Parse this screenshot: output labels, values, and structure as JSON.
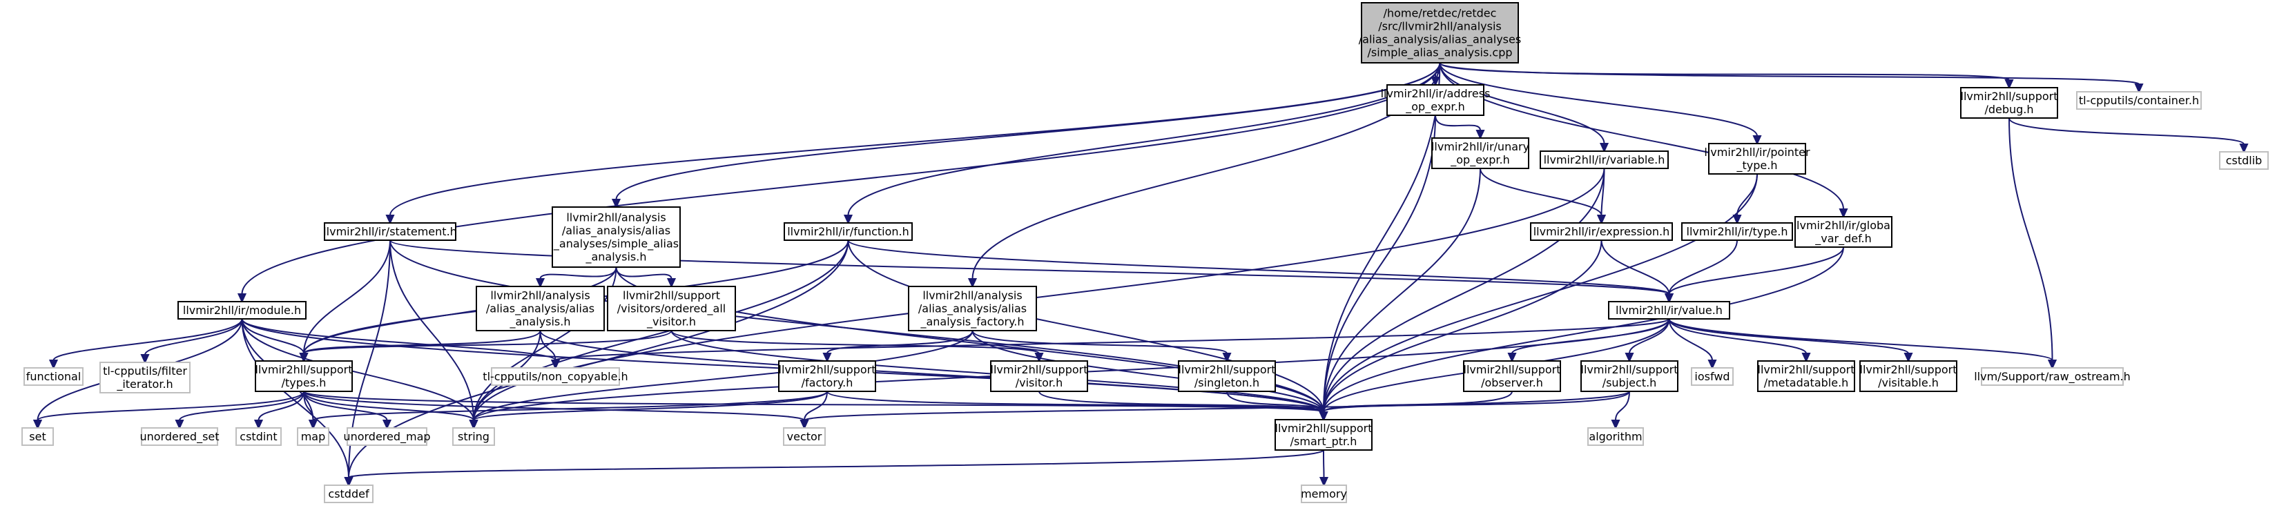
{
  "graph": {
    "edge_color": "#191970",
    "root_fill": "#bfbfbf",
    "external_border": "#bfbfbf",
    "nodes": [
      {
        "id": "root",
        "kind": "root",
        "lines": [
          "/home/retdec/retdec",
          "/src/llvmir2hll/analysis",
          "/alias_analysis/alias_analyses",
          "/simple_alias_analysis.cpp"
        ]
      },
      {
        "id": "addr_op",
        "kind": "local",
        "lines": [
          "llvmir2hll/ir/address",
          "_op_expr.h"
        ]
      },
      {
        "id": "unary_op",
        "kind": "local",
        "lines": [
          "llvmir2hll/ir/unary",
          "_op_expr.h"
        ]
      },
      {
        "id": "variable",
        "kind": "local",
        "lines": [
          "llvmir2hll/ir/variable.h"
        ]
      },
      {
        "id": "pointer_type",
        "kind": "local",
        "lines": [
          "llvmir2hll/ir/pointer",
          "_type.h"
        ]
      },
      {
        "id": "debug",
        "kind": "local",
        "lines": [
          "llvmir2hll/support",
          "/debug.h"
        ]
      },
      {
        "id": "tl_container",
        "kind": "ext",
        "lines": [
          "tl-cpputils/container.h"
        ]
      },
      {
        "id": "cstdlib",
        "kind": "ext",
        "lines": [
          "cstdlib"
        ]
      },
      {
        "id": "statement",
        "kind": "local",
        "lines": [
          "llvmir2hll/ir/statement.h"
        ]
      },
      {
        "id": "aa_simple",
        "kind": "local",
        "lines": [
          "llvmir2hll/analysis",
          "/alias_analysis/alias",
          "_analyses/simple_alias",
          "_analysis.h"
        ]
      },
      {
        "id": "function",
        "kind": "local",
        "lines": [
          "llvmir2hll/ir/function.h"
        ]
      },
      {
        "id": "expression",
        "kind": "local",
        "lines": [
          "llvmir2hll/ir/expression.h"
        ]
      },
      {
        "id": "type",
        "kind": "local",
        "lines": [
          "llvmir2hll/ir/type.h"
        ]
      },
      {
        "id": "global_var",
        "kind": "local",
        "lines": [
          "llvmir2hll/ir/global",
          "_var_def.h"
        ]
      },
      {
        "id": "module",
        "kind": "local",
        "lines": [
          "llvmir2hll/ir/module.h"
        ]
      },
      {
        "id": "aa_analysis",
        "kind": "local",
        "lines": [
          "llvmir2hll/analysis",
          "/alias_analysis/alias",
          "_analysis.h"
        ]
      },
      {
        "id": "ordered_visitor",
        "kind": "local",
        "lines": [
          "llvmir2hll/support",
          "/visitors/ordered_all",
          "_visitor.h"
        ]
      },
      {
        "id": "aa_factory",
        "kind": "local",
        "lines": [
          "llvmir2hll/analysis",
          "/alias_analysis/alias",
          "_analysis_factory.h"
        ]
      },
      {
        "id": "value",
        "kind": "local",
        "lines": [
          "llvmir2hll/ir/value.h"
        ]
      },
      {
        "id": "functional",
        "kind": "ext",
        "lines": [
          "functional"
        ]
      },
      {
        "id": "filter_iter",
        "kind": "ext",
        "lines": [
          "tl-cpputils/filter",
          "_iterator.h"
        ]
      },
      {
        "id": "types",
        "kind": "local",
        "lines": [
          "llvmir2hll/support",
          "/types.h"
        ]
      },
      {
        "id": "non_copyable",
        "kind": "ext",
        "lines": [
          "tl-cpputils/non_copyable.h"
        ]
      },
      {
        "id": "factory",
        "kind": "local",
        "lines": [
          "llvmir2hll/support",
          "/factory.h"
        ]
      },
      {
        "id": "visitor",
        "kind": "local",
        "lines": [
          "llvmir2hll/support",
          "/visitor.h"
        ]
      },
      {
        "id": "singleton",
        "kind": "local",
        "lines": [
          "llvmir2hll/support",
          "/singleton.h"
        ]
      },
      {
        "id": "iosfwd",
        "kind": "ext",
        "lines": [
          "iosfwd"
        ]
      },
      {
        "id": "observer",
        "kind": "local",
        "lines": [
          "llvmir2hll/support",
          "/observer.h"
        ]
      },
      {
        "id": "subject",
        "kind": "local",
        "lines": [
          "llvmir2hll/support",
          "/subject.h"
        ]
      },
      {
        "id": "metadatable",
        "kind": "local",
        "lines": [
          "llvmir2hll/support",
          "/metadatable.h"
        ]
      },
      {
        "id": "visitable",
        "kind": "local",
        "lines": [
          "llvmir2hll/support",
          "/visitable.h"
        ]
      },
      {
        "id": "raw_ostream",
        "kind": "ext",
        "lines": [
          "llvm/Support/raw_ostream.h"
        ]
      },
      {
        "id": "set",
        "kind": "ext",
        "lines": [
          "set"
        ]
      },
      {
        "id": "unordered_set",
        "kind": "ext",
        "lines": [
          "unordered_set"
        ]
      },
      {
        "id": "cstdint",
        "kind": "ext",
        "lines": [
          "cstdint"
        ]
      },
      {
        "id": "map",
        "kind": "ext",
        "lines": [
          "map"
        ]
      },
      {
        "id": "unordered_map",
        "kind": "ext",
        "lines": [
          "unordered_map"
        ]
      },
      {
        "id": "string",
        "kind": "ext",
        "lines": [
          "string"
        ]
      },
      {
        "id": "vector",
        "kind": "ext",
        "lines": [
          "vector"
        ]
      },
      {
        "id": "algorithm",
        "kind": "ext",
        "lines": [
          "algorithm"
        ]
      },
      {
        "id": "smart_ptr",
        "kind": "local",
        "lines": [
          "llvmir2hll/support",
          "/smart_ptr.h"
        ]
      },
      {
        "id": "cstddef",
        "kind": "ext",
        "lines": [
          "cstddef"
        ]
      },
      {
        "id": "memory",
        "kind": "ext",
        "lines": [
          "memory"
        ]
      }
    ],
    "edges": [
      [
        "root",
        "addr_op"
      ],
      [
        "root",
        "variable"
      ],
      [
        "root",
        "pointer_type"
      ],
      [
        "root",
        "debug"
      ],
      [
        "root",
        "tl_container"
      ],
      [
        "root",
        "statement"
      ],
      [
        "root",
        "aa_simple"
      ],
      [
        "root",
        "function"
      ],
      [
        "root",
        "global_var"
      ],
      [
        "root",
        "module"
      ],
      [
        "root",
        "aa_factory"
      ],
      [
        "root",
        "smart_ptr"
      ],
      [
        "addr_op",
        "unary_op"
      ],
      [
        "addr_op",
        "smart_ptr"
      ],
      [
        "unary_op",
        "expression"
      ],
      [
        "unary_op",
        "smart_ptr"
      ],
      [
        "variable",
        "expression"
      ],
      [
        "variable",
        "string"
      ],
      [
        "variable",
        "smart_ptr"
      ],
      [
        "pointer_type",
        "type"
      ],
      [
        "pointer_type",
        "smart_ptr"
      ],
      [
        "debug",
        "cstdlib"
      ],
      [
        "debug",
        "raw_ostream"
      ],
      [
        "statement",
        "types"
      ],
      [
        "statement",
        "value"
      ],
      [
        "statement",
        "string"
      ],
      [
        "statement",
        "smart_ptr"
      ],
      [
        "statement",
        "cstddef"
      ],
      [
        "aa_simple",
        "aa_analysis"
      ],
      [
        "aa_simple",
        "ordered_visitor"
      ],
      [
        "aa_simple",
        "types"
      ],
      [
        "aa_simple",
        "string"
      ],
      [
        "aa_simple",
        "smart_ptr"
      ],
      [
        "function",
        "value"
      ],
      [
        "function",
        "types"
      ],
      [
        "function",
        "string"
      ],
      [
        "function",
        "smart_ptr"
      ],
      [
        "function",
        "cstddef"
      ],
      [
        "expression",
        "value"
      ],
      [
        "expression",
        "smart_ptr"
      ],
      [
        "type",
        "value"
      ],
      [
        "global_var",
        "value"
      ],
      [
        "global_var",
        "smart_ptr"
      ],
      [
        "module",
        "types"
      ],
      [
        "module",
        "functional"
      ],
      [
        "module",
        "filter_iter"
      ],
      [
        "module",
        "non_copyable"
      ],
      [
        "module",
        "map"
      ],
      [
        "module",
        "string"
      ],
      [
        "module",
        "smart_ptr"
      ],
      [
        "module",
        "set"
      ],
      [
        "module",
        "cstddef"
      ],
      [
        "aa_analysis",
        "types"
      ],
      [
        "aa_analysis",
        "non_copyable"
      ],
      [
        "aa_analysis",
        "string"
      ],
      [
        "aa_analysis",
        "smart_ptr"
      ],
      [
        "ordered_visitor",
        "types"
      ],
      [
        "ordered_visitor",
        "visitor"
      ],
      [
        "ordered_visitor",
        "smart_ptr"
      ],
      [
        "aa_factory",
        "factory"
      ],
      [
        "aa_factory",
        "singleton"
      ],
      [
        "aa_factory",
        "string"
      ],
      [
        "aa_factory",
        "smart_ptr"
      ],
      [
        "value",
        "non_copyable"
      ],
      [
        "value",
        "iosfwd"
      ],
      [
        "value",
        "observer"
      ],
      [
        "value",
        "subject"
      ],
      [
        "value",
        "metadatable"
      ],
      [
        "value",
        "visitable"
      ],
      [
        "value",
        "raw_ostream"
      ],
      [
        "value",
        "string"
      ],
      [
        "value",
        "smart_ptr"
      ],
      [
        "types",
        "set"
      ],
      [
        "types",
        "unordered_set"
      ],
      [
        "types",
        "cstdint"
      ],
      [
        "types",
        "map"
      ],
      [
        "types",
        "unordered_map"
      ],
      [
        "types",
        "string"
      ],
      [
        "types",
        "vector"
      ],
      [
        "types",
        "smart_ptr"
      ],
      [
        "factory",
        "map"
      ],
      [
        "factory",
        "string"
      ],
      [
        "factory",
        "vector"
      ],
      [
        "factory",
        "smart_ptr"
      ],
      [
        "visitor",
        "smart_ptr"
      ],
      [
        "singleton",
        "smart_ptr"
      ],
      [
        "observer",
        "smart_ptr"
      ],
      [
        "subject",
        "algorithm"
      ],
      [
        "subject",
        "vector"
      ],
      [
        "subject",
        "smart_ptr"
      ],
      [
        "smart_ptr",
        "memory"
      ],
      [
        "smart_ptr",
        "cstddef"
      ]
    ]
  }
}
